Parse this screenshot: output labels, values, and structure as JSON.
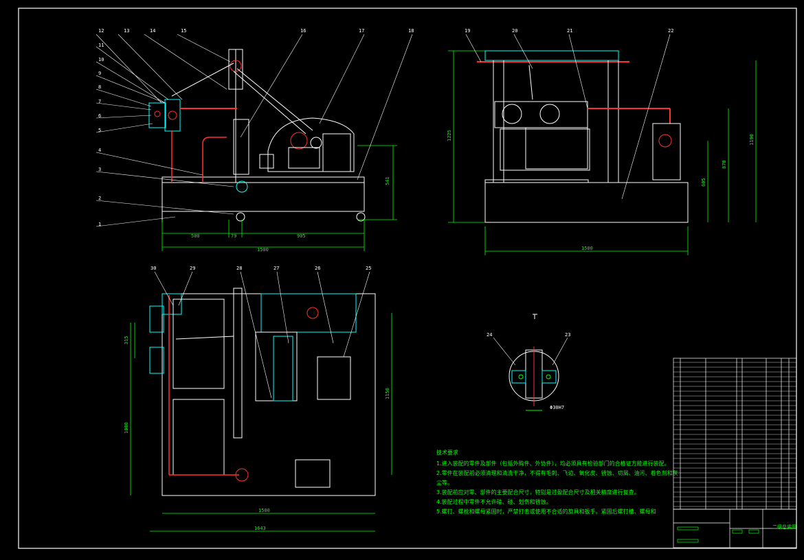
{
  "front_view": {
    "callouts": [
      "12",
      "13",
      "14",
      "15",
      "16",
      "17",
      "18",
      "11",
      "10",
      "9",
      "8",
      "7",
      "6",
      "5",
      "4",
      "3",
      "2",
      "1"
    ],
    "dims": {
      "d500": "500",
      "d79": "79",
      "d905": "905",
      "d1500": "1500",
      "d541": "541"
    }
  },
  "side_view": {
    "callouts": [
      "19",
      "20",
      "21",
      "22"
    ],
    "dims": {
      "d1225": "1225",
      "d1190": "1190",
      "d878": "878",
      "d605": "605",
      "d1500": "1500"
    }
  },
  "plan_view": {
    "callouts": [
      "30",
      "29",
      "28",
      "27",
      "26",
      "25"
    ],
    "dims": {
      "d315": "315",
      "d1000": "1000",
      "d1150": "1150",
      "d1500": "1500",
      "d1643": "1643"
    }
  },
  "detail": {
    "callouts": [
      "24",
      "23"
    ],
    "dim": "Φ30H7"
  },
  "tech_requirements": {
    "title": "技术要求",
    "lines": [
      "1.进入装配的零件及部件（包括外购件、外协件），均必须具有检验部门的合格证方能进行装配。",
      "2.零件在装配前必须清理和清洗干净，不得有毛刺、飞边、氧化皮、锈蚀、切屑、油污、着色剂和灰",
      "尘等。",
      "3.装配前应对零、部件的主要配合尺寸，特别是过盈配合尺寸及相关精度进行复查。",
      "4.装配过程中零件不允许磕、碰、划伤和锈蚀。",
      "5.螺钉、螺栓和螺母紧固时，严禁打击或使用不合适的旋具和扳手。紧固后螺钉槽、螺母和"
    ]
  },
  "title_block": {
    "drawing_name": "二级总装图"
  }
}
